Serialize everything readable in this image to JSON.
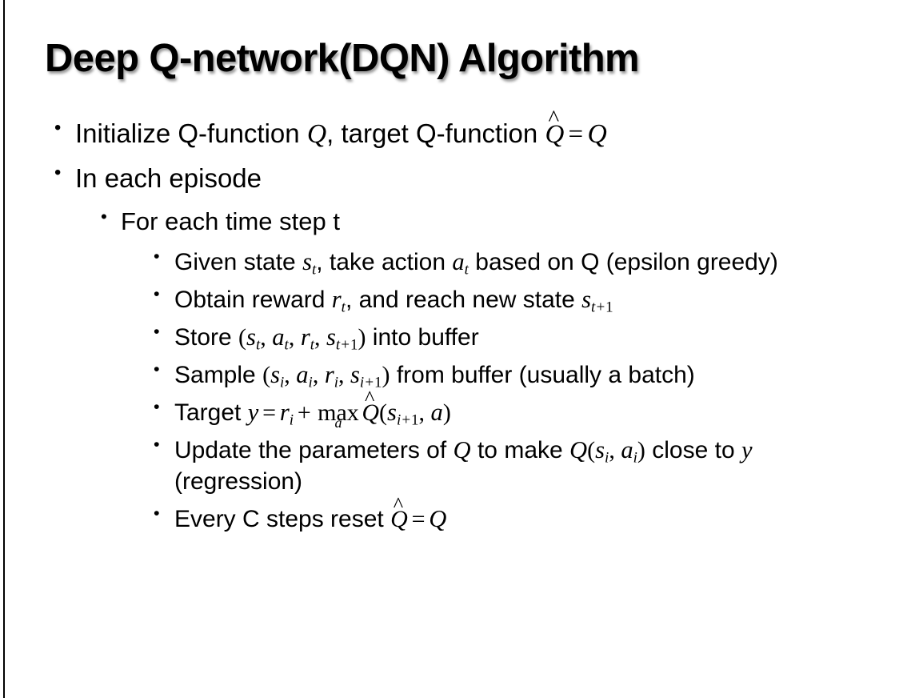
{
  "slide": {
    "title": "Deep Q-network(DQN) Algorithm",
    "background_color": "#ffffff",
    "text_color": "#000000",
    "edge_bar_color": "#000000",
    "bullet_glyph": "•"
  },
  "content": {
    "bullets": [
      {
        "level": 1,
        "plain_text": "Initialize Q-function Q, target Q-function Q̂ = Q",
        "segments": [
          {
            "kind": "text",
            "value": "Initialize Q-function "
          },
          {
            "kind": "math",
            "value": "Q"
          },
          {
            "kind": "text",
            "value": ", target Q-function "
          },
          {
            "kind": "math-hat",
            "value": "Q"
          },
          {
            "kind": "op",
            "value": "="
          },
          {
            "kind": "math",
            "value": "Q"
          }
        ]
      },
      {
        "level": 1,
        "plain_text": "In each episode",
        "segments": [
          {
            "kind": "text",
            "value": "In each episode"
          }
        ]
      },
      {
        "level": 2,
        "plain_text": "For each time step t",
        "segments": [
          {
            "kind": "text",
            "value": "For each time step t"
          }
        ]
      },
      {
        "level": 3,
        "plain_text": "Given state s_t, take action a_t based on Q (epsilon greedy)",
        "segments": [
          {
            "kind": "text",
            "value": "Given state "
          },
          {
            "kind": "math-sub",
            "base": "s",
            "sub": "t"
          },
          {
            "kind": "text",
            "value": ", take action "
          },
          {
            "kind": "math-sub",
            "base": "a",
            "sub": "t"
          },
          {
            "kind": "text",
            "value": " based on Q (epsilon greedy)"
          }
        ]
      },
      {
        "level": 3,
        "plain_text": "Obtain reward r_t, and reach new state s_t+1",
        "segments": [
          {
            "kind": "text",
            "value": "Obtain reward "
          },
          {
            "kind": "math-sub",
            "base": "r",
            "sub": "t"
          },
          {
            "kind": "text",
            "value": ", and reach new state "
          },
          {
            "kind": "math-sub",
            "base": "s",
            "sub": "t+1"
          }
        ]
      },
      {
        "level": 3,
        "plain_text": "Store (s_t, a_t, r_t, s_t+1) into buffer",
        "segments": [
          {
            "kind": "text",
            "value": "Store "
          },
          {
            "kind": "paren",
            "value": "("
          },
          {
            "kind": "math-sub",
            "base": "s",
            "sub": "t"
          },
          {
            "kind": "paren",
            "value": ", "
          },
          {
            "kind": "math-sub",
            "base": "a",
            "sub": "t"
          },
          {
            "kind": "paren",
            "value": ", "
          },
          {
            "kind": "math-sub",
            "base": "r",
            "sub": "t"
          },
          {
            "kind": "paren",
            "value": ", "
          },
          {
            "kind": "math-sub",
            "base": "s",
            "sub": "t+1"
          },
          {
            "kind": "paren",
            "value": ")"
          },
          {
            "kind": "text",
            "value": " into buffer"
          }
        ]
      },
      {
        "level": 3,
        "plain_text": "Sample (s_i, a_i, r_i, s_i+1) from buffer (usually a batch)",
        "segments": [
          {
            "kind": "text",
            "value": "Sample "
          },
          {
            "kind": "paren",
            "value": "("
          },
          {
            "kind": "math-sub",
            "base": "s",
            "sub": "i"
          },
          {
            "kind": "paren",
            "value": ", "
          },
          {
            "kind": "math-sub",
            "base": "a",
            "sub": "i"
          },
          {
            "kind": "paren",
            "value": ", "
          },
          {
            "kind": "math-sub",
            "base": "r",
            "sub": "i"
          },
          {
            "kind": "paren",
            "value": ", "
          },
          {
            "kind": "math-sub",
            "base": "s",
            "sub": "i+1"
          },
          {
            "kind": "paren",
            "value": ")"
          },
          {
            "kind": "text",
            "value": " from buffer (usually a batch)"
          }
        ]
      },
      {
        "level": 3,
        "plain_text": "Target y = r_i + max_a Q̂(s_i+1, a)",
        "segments": [
          {
            "kind": "text",
            "value": "Target "
          },
          {
            "kind": "math",
            "value": "y"
          },
          {
            "kind": "op",
            "value": "="
          },
          {
            "kind": "math-sub",
            "base": "r",
            "sub": "i"
          },
          {
            "kind": "op",
            "value": "+"
          },
          {
            "kind": "limit-op",
            "main": "max",
            "sub": "a"
          },
          {
            "kind": "math-hat",
            "value": "Q"
          },
          {
            "kind": "paren",
            "value": "("
          },
          {
            "kind": "math-sub",
            "base": "s",
            "sub": "i+1"
          },
          {
            "kind": "paren",
            "value": ", "
          },
          {
            "kind": "math",
            "value": "a"
          },
          {
            "kind": "paren",
            "value": ")"
          }
        ]
      },
      {
        "level": 3,
        "plain_text": "Update the parameters of Q to make Q(s_i, a_i) close to y (regression)",
        "segments": [
          {
            "kind": "text",
            "value": "Update the parameters of "
          },
          {
            "kind": "math",
            "value": "Q"
          },
          {
            "kind": "text",
            "value": " to make "
          },
          {
            "kind": "math",
            "value": "Q"
          },
          {
            "kind": "paren",
            "value": "("
          },
          {
            "kind": "math-sub",
            "base": "s",
            "sub": "i"
          },
          {
            "kind": "paren",
            "value": ", "
          },
          {
            "kind": "math-sub",
            "base": "a",
            "sub": "i"
          },
          {
            "kind": "paren",
            "value": ")"
          },
          {
            "kind": "text",
            "value": " close to "
          },
          {
            "kind": "math",
            "value": "y"
          },
          {
            "kind": "text",
            "value": " (regression)"
          }
        ]
      },
      {
        "level": 3,
        "plain_text": "Every C steps reset Q̂ = Q",
        "segments": [
          {
            "kind": "text",
            "value": "Every C steps reset "
          },
          {
            "kind": "math-hat",
            "value": "Q"
          },
          {
            "kind": "op",
            "value": "="
          },
          {
            "kind": "math",
            "value": "Q"
          }
        ]
      }
    ]
  }
}
